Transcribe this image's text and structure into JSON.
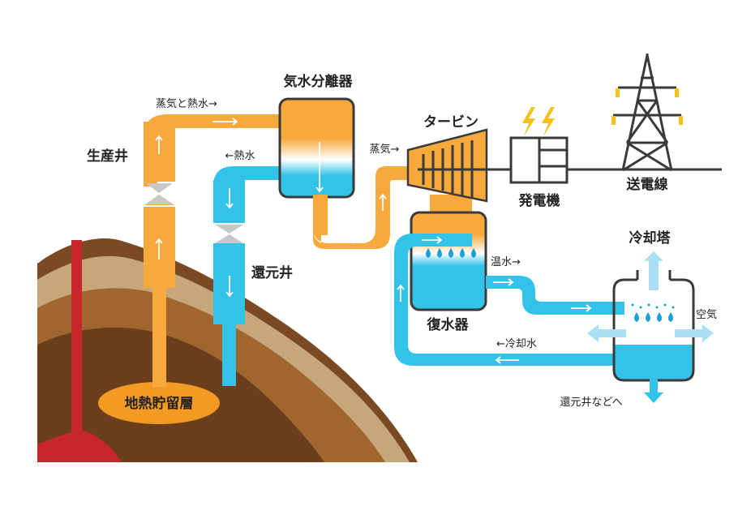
{
  "labels": {
    "separator": "気水分離器",
    "steam_hot_water": "蒸気と熱水→",
    "production_well": "生産井",
    "hot_water": "←熱水",
    "reinjection_well": "還元井",
    "reservoir": "地熱貯留層",
    "turbine": "タービン",
    "steam": "蒸気→",
    "generator": "発電機",
    "transmission_line": "送電線",
    "cooling_tower": "冷却塔",
    "warm_water": "温水→",
    "air": "空気",
    "condenser": "復水器",
    "cooling_water": "←冷却水",
    "to_reinjection": "還元井などへ"
  },
  "colors": {
    "steam_orange": "#f7a93b",
    "water_blue": "#33c3e8",
    "light_blue": "#a9def3",
    "outline": "#3a3a3a",
    "magma_red": "#c9252c",
    "earth_dark": "#7a4a25",
    "earth_mid": "#a0662e",
    "earth_light": "#c7a67c",
    "reservoir_orange": "#f39a22",
    "spark_yellow": "#f4c21b"
  }
}
